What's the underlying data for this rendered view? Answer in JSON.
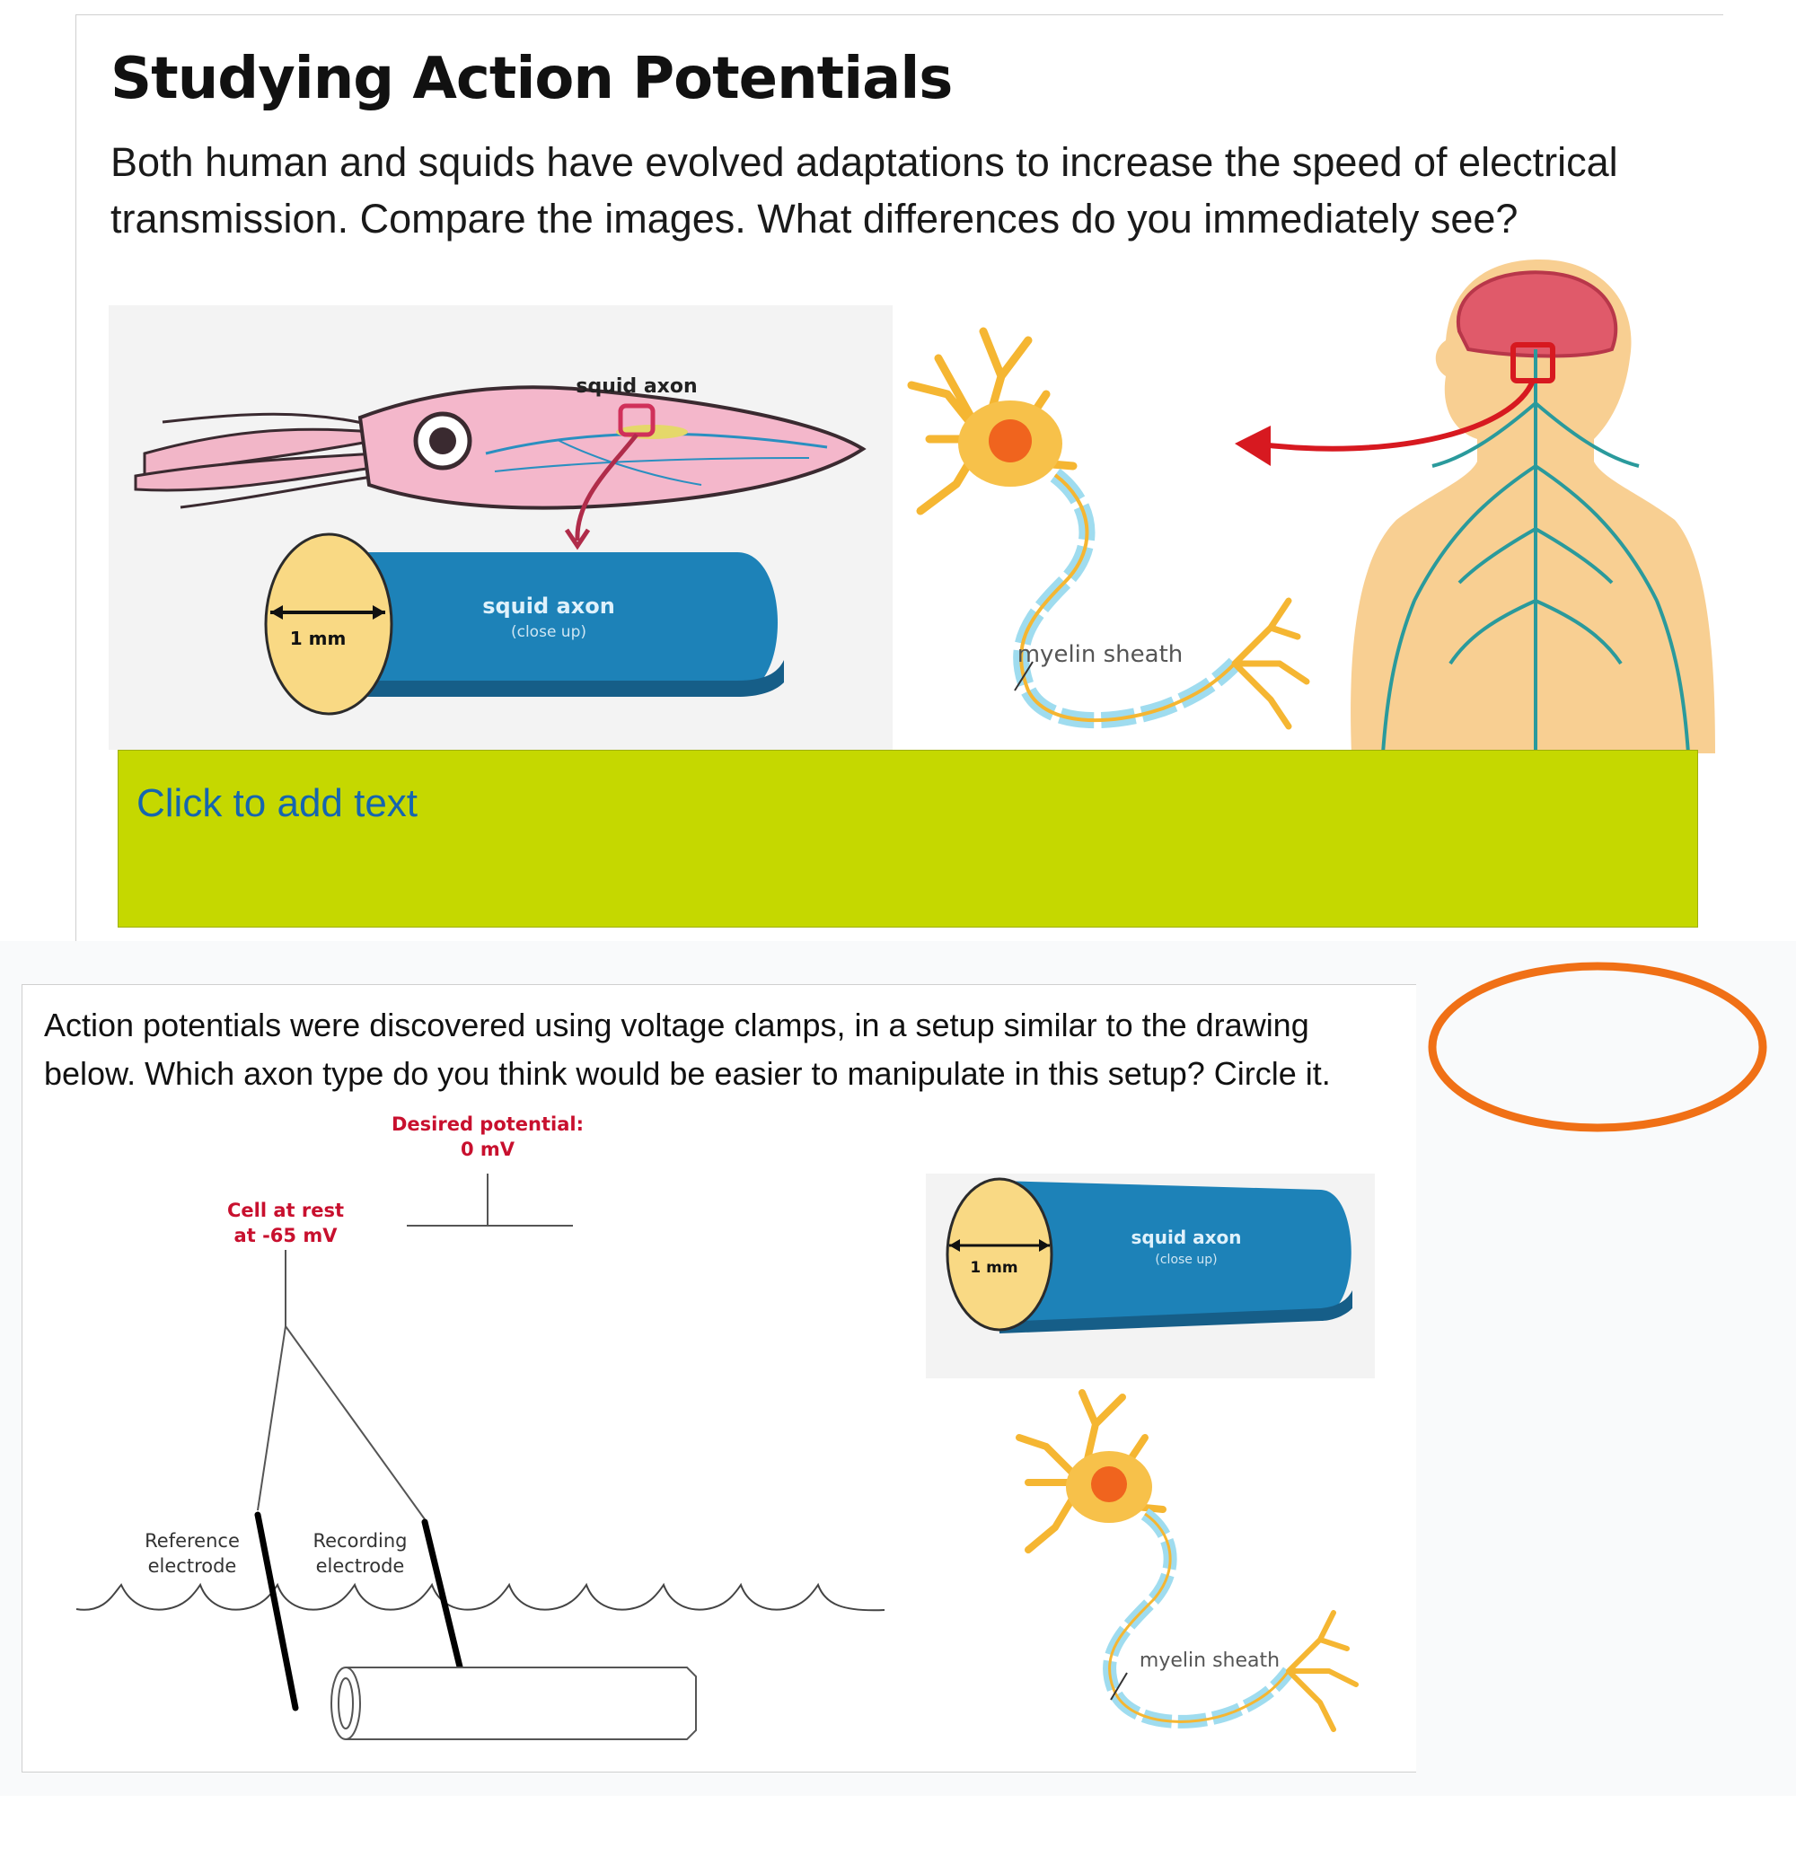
{
  "slide1": {
    "title": "Studying Action Potentials",
    "intro": "Both human and squids have evolved adaptations to increase the speed of electrical transmission. Compare the images. What differences do you immediately see?",
    "squid_figure": {
      "squid_label": "squid axon",
      "axon_label": "squid axon",
      "axon_sublabel": "(close up)",
      "diameter": "1 mm"
    },
    "human_figure": {
      "myelin_label": "myelin sheath"
    },
    "textbox_placeholder": "Click to add text",
    "colors": {
      "textbox_bg": "#c5d800",
      "placeholder": "#1565b0"
    }
  },
  "slide2": {
    "question": "Action potentials were discovered using voltage clamps, in a setup similar to the drawing below. Which axon type do you think would be easier to manipulate in this setup? Circle it.",
    "clamp_figure": {
      "desired_potential_label": "Desired potential:",
      "desired_potential_value": "0 mV",
      "rest_label": "Cell at rest",
      "rest_value": "at -65 mV",
      "reference_electrode_1": "Reference",
      "reference_electrode_2": "electrode",
      "recording_electrode_1": "Recording",
      "recording_electrode_2": "electrode"
    },
    "axon_option": {
      "axon_label": "squid axon",
      "axon_sublabel": "(close up)",
      "diameter": "1 mm"
    },
    "neuron_option": {
      "myelin_label": "myelin sheath"
    }
  },
  "annotation": {
    "shape": "ellipse",
    "color": "#f07016"
  }
}
